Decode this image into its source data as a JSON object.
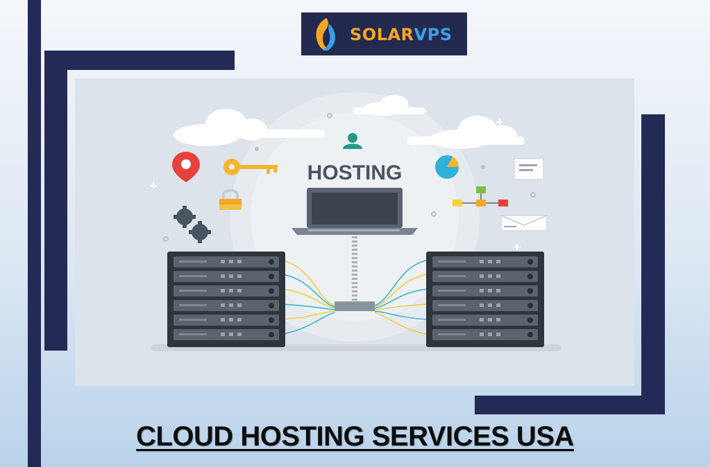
{
  "logo": {
    "brand_first": "SOLAR",
    "brand_second": "VPS",
    "colors": {
      "background": "#23294f",
      "solar": "#f5a623",
      "vps": "#3aa0e6"
    }
  },
  "illustration": {
    "heading": "HOSTING",
    "icons": [
      "cloud-icon",
      "location-pin-icon",
      "key-icon",
      "padlock-icon",
      "gears-icon",
      "user-icon",
      "pie-chart-icon",
      "document-icon",
      "flowchart-icon",
      "envelope-icon",
      "laptop-icon",
      "server-rack-icon"
    ]
  },
  "title": "CLOUD HOSTING SERVICES USA",
  "colors": {
    "frame": "#232a55",
    "title": "#0d0d0d"
  }
}
